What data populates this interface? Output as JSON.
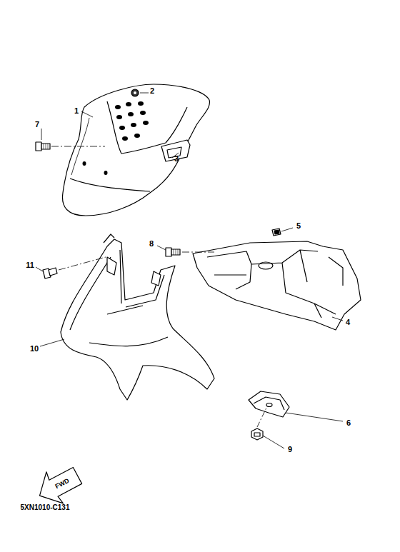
{
  "diagram": {
    "labels": [
      "1",
      "2",
      "7",
      "3",
      "5",
      "8",
      "11",
      "4",
      "10",
      "6",
      "9",
      "FWD",
      "5XN1010-C131"
    ]
  }
}
